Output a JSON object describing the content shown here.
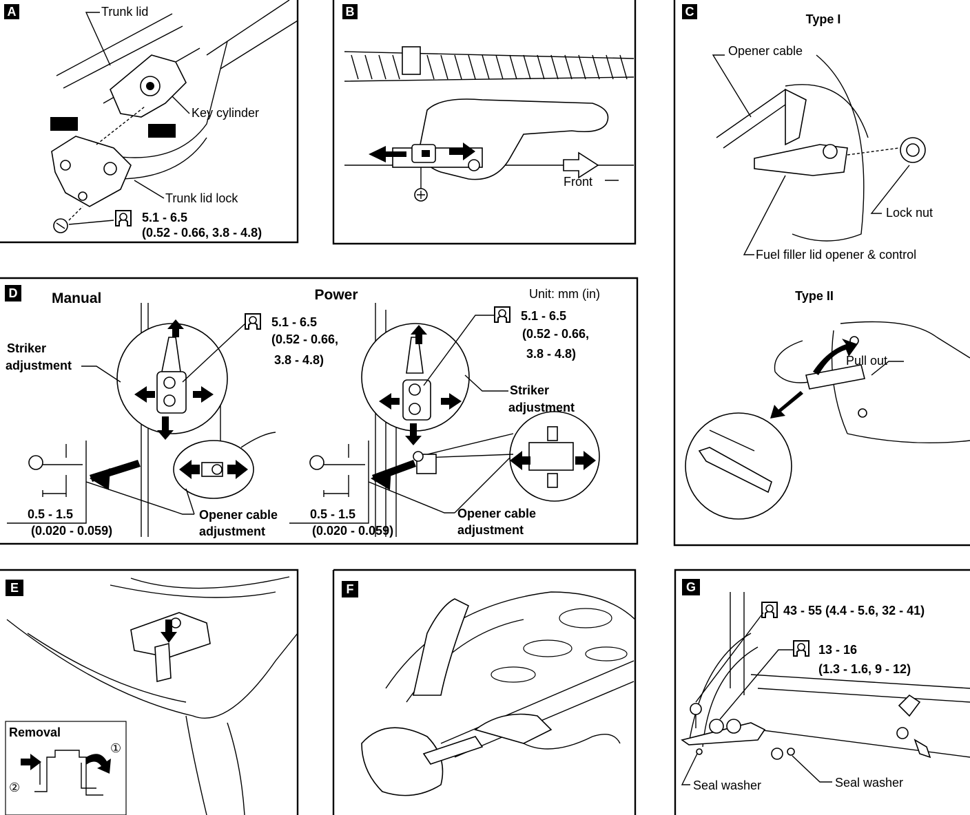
{
  "panels": {
    "A": {
      "letter": "A",
      "labels": [
        "Trunk lid",
        "Key cylinder",
        "Trunk lid lock"
      ],
      "torque": [
        "5.1 - 6.5",
        "(0.52 - 0.66, 3.8 - 4.8)"
      ]
    },
    "B": {
      "letter": "B",
      "front": "Front"
    },
    "C": {
      "letter": "C",
      "type1": "Type I",
      "type2": "Type II",
      "opener_cable": "Opener cable",
      "lock_nut": "Lock nut",
      "fuel_filler": "Fuel filler lid opener & control",
      "pull_out": "Pull out"
    },
    "D": {
      "letter": "D",
      "manual": "Manual",
      "power": "Power",
      "unit": "Unit:  mm (in)",
      "striker_adj": [
        "Striker",
        "adjustment"
      ],
      "torque": [
        "5.1 - 6.5",
        "(0.52 - 0.66,",
        "3.8 - 4.8)"
      ],
      "gap": [
        "0.5 - 1.5",
        "(0.020 - 0.059)"
      ],
      "opener_adj": [
        "Opener cable",
        "adjustment"
      ]
    },
    "E": {
      "letter": "E",
      "removal": "Removal",
      "step1": "①",
      "step2": "②"
    },
    "F": {
      "letter": "F"
    },
    "G": {
      "letter": "G",
      "torque1": "43 - 55 (4.4 - 5.6, 32 - 41)",
      "torque2a": "13 - 16",
      "torque2b": "(1.3 - 1.6, 9 - 12)",
      "seal_washer": "Seal washer"
    }
  }
}
